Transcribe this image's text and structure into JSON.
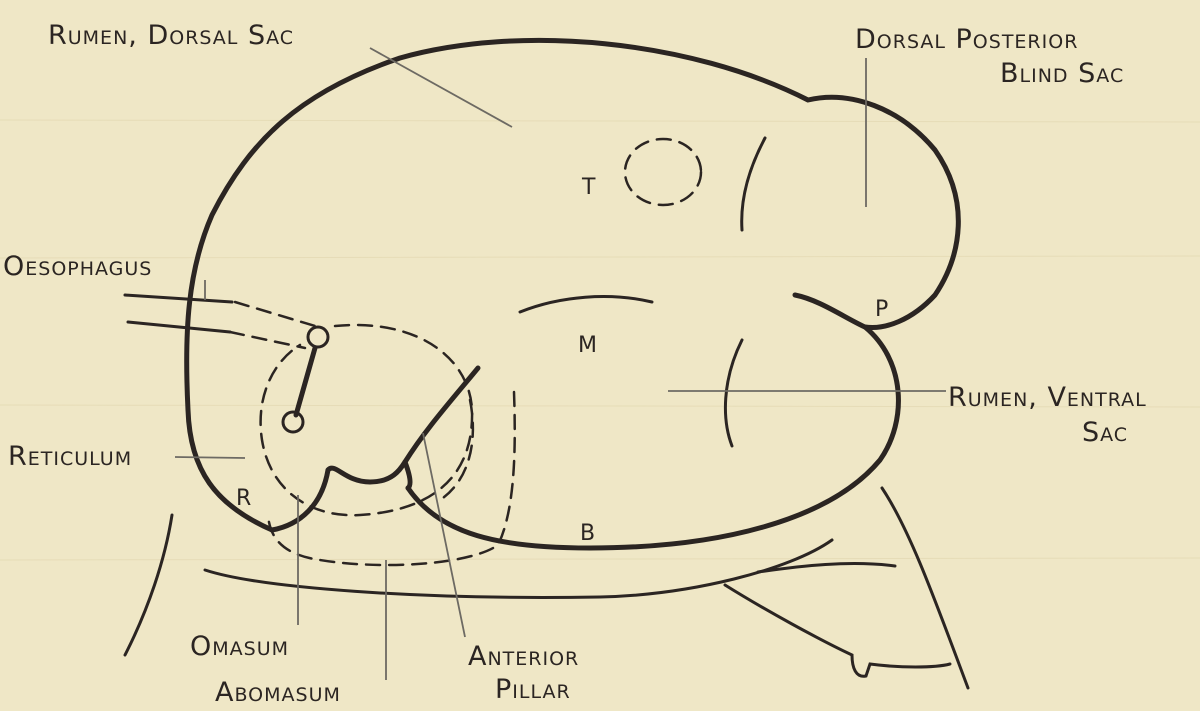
{
  "labels": {
    "rumen_dorsal_sac": "Rumen, Dorsal Sac",
    "dorsal_posterior_line1": "Dorsal Posterior",
    "dorsal_posterior_line2": "Blind Sac",
    "oesophagus": "Oesophagus",
    "reticulum": "Reticulum",
    "rumen_ventral_line1": "Rumen, Ventral",
    "rumen_ventral_line2": "Sac",
    "omasum": "Omasum",
    "abomasum": "Abomasum",
    "anterior_pillar_line1": "Anterior",
    "anterior_pillar_line2": "Pillar"
  },
  "markers": {
    "t": "T",
    "m": "M",
    "p": "P",
    "r": "R",
    "b": "B"
  },
  "colors": {
    "paper": "#efe7c6",
    "ink": "#2b2522",
    "leader": "#6d6a63"
  }
}
